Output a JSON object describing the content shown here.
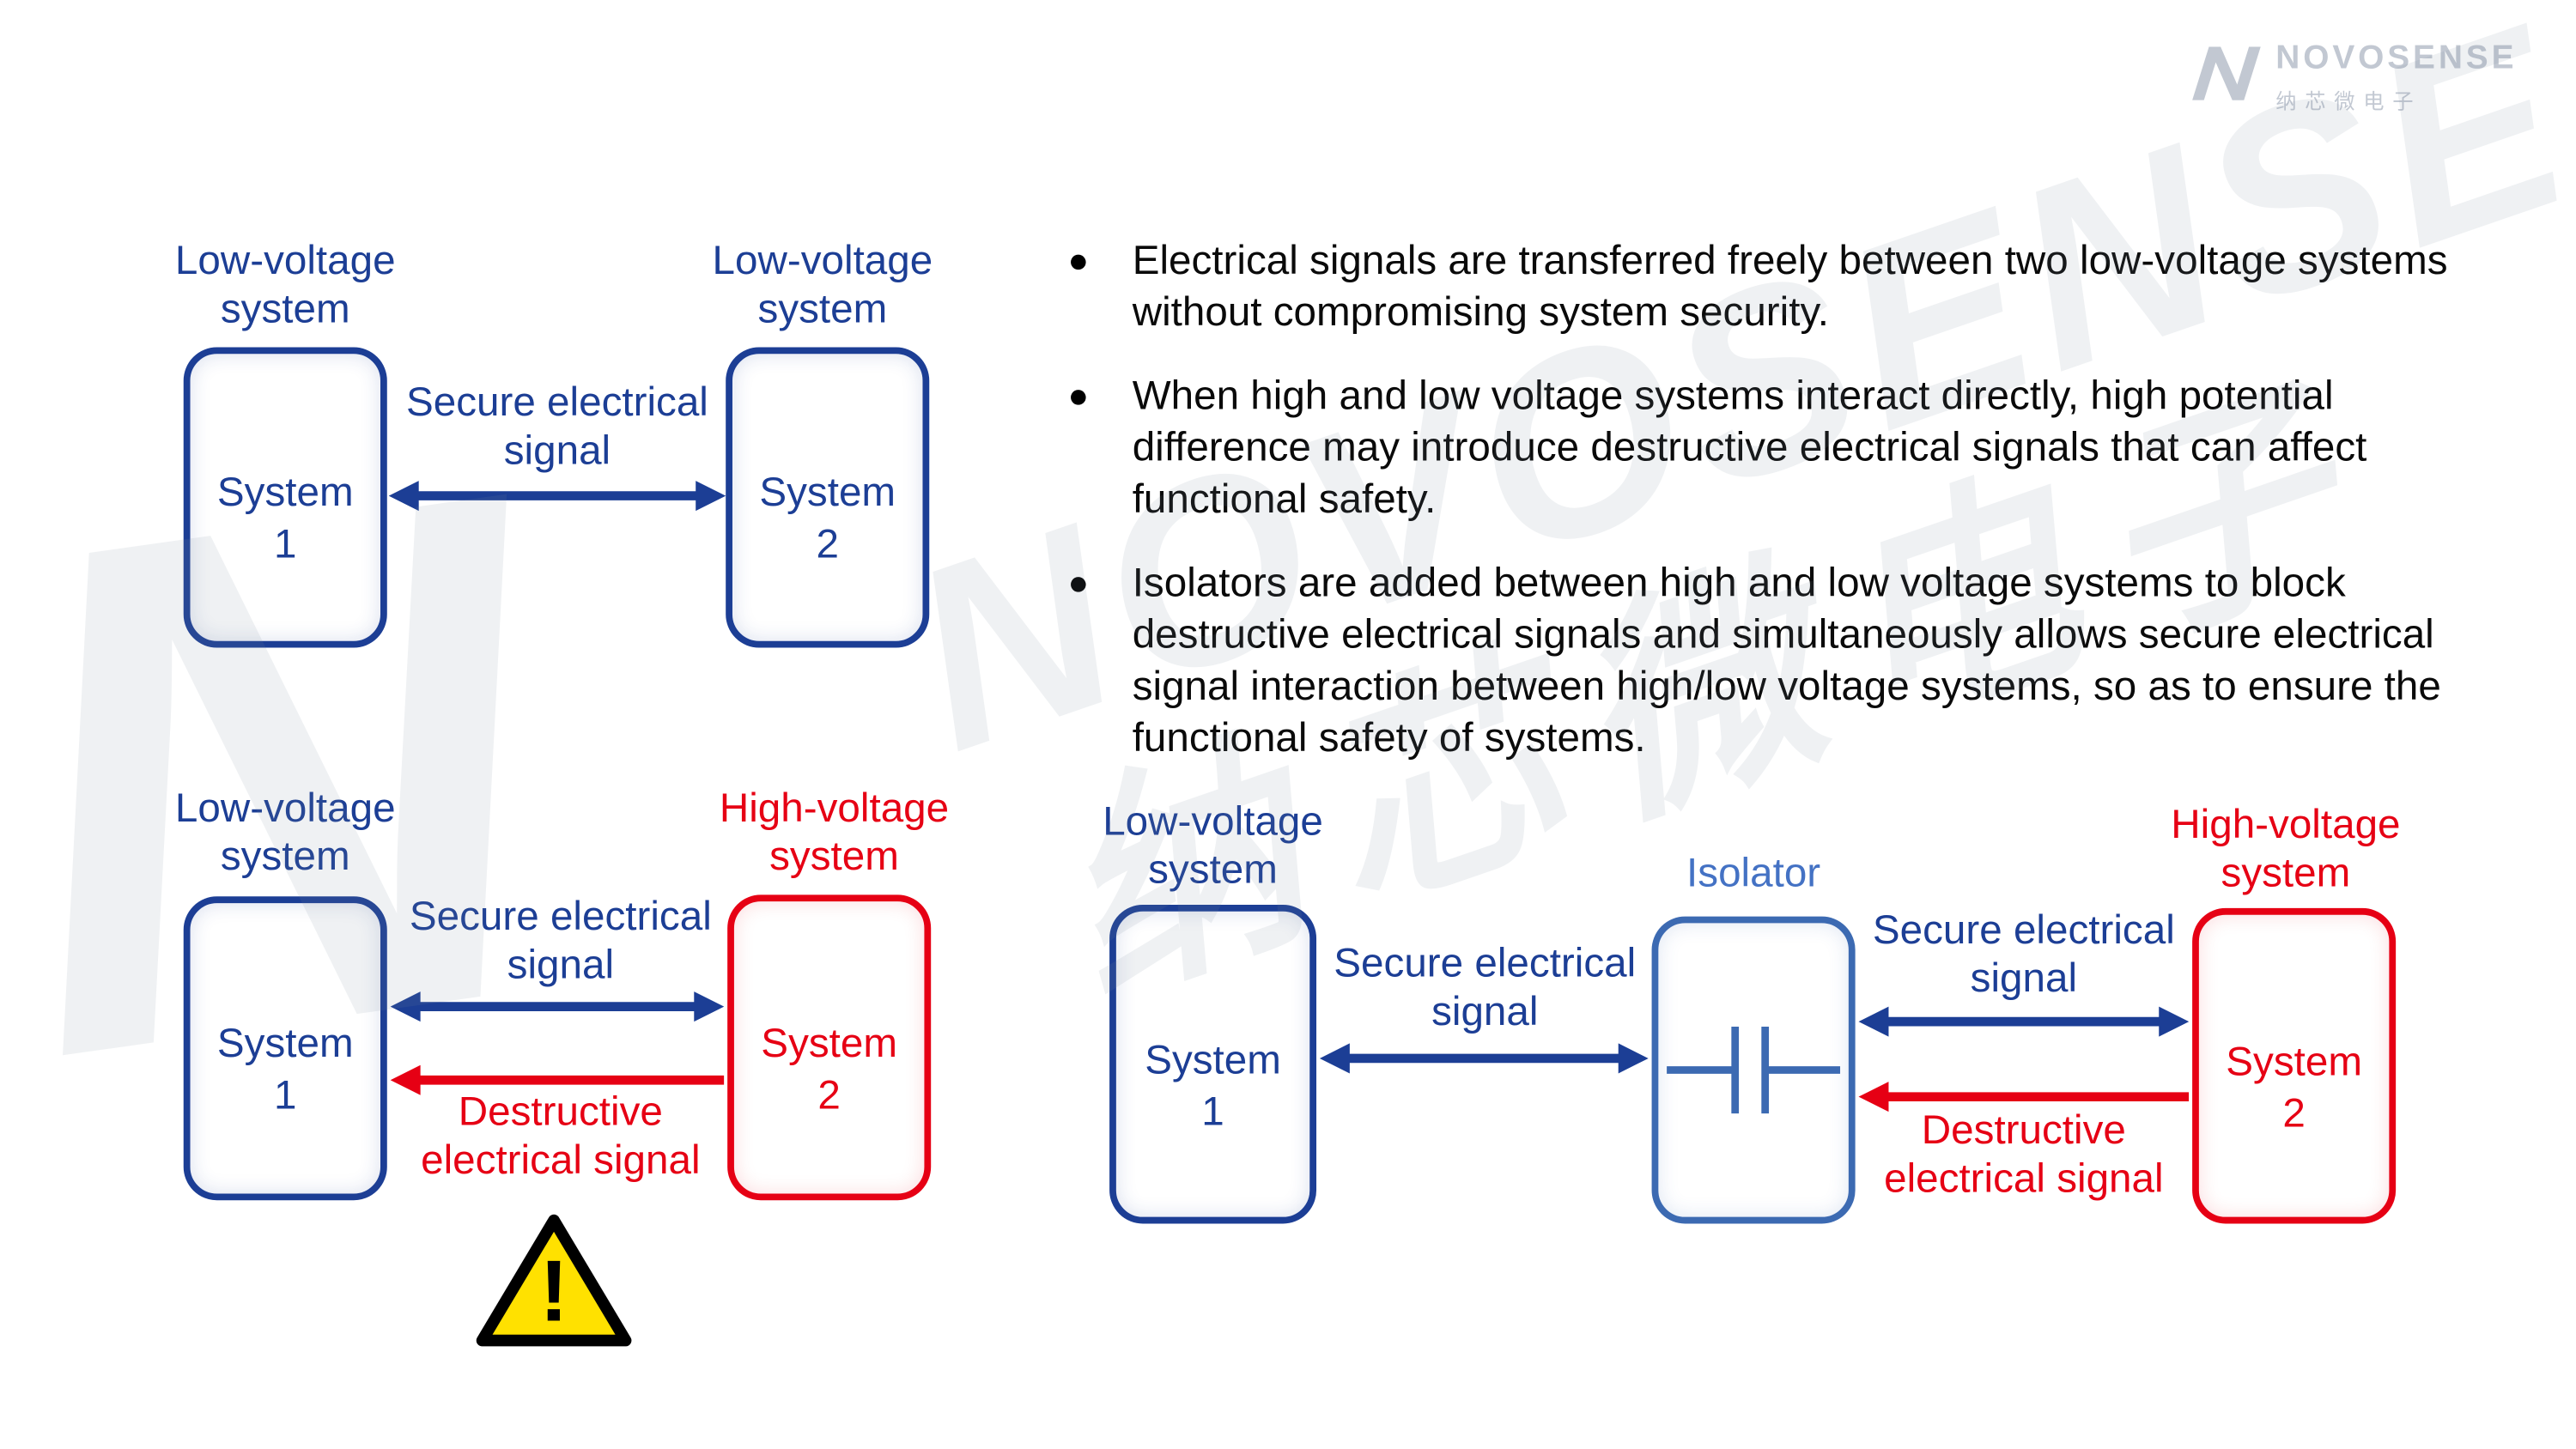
{
  "brand": {
    "name": "NOVOSENSE",
    "name_cn": "纳芯微电子"
  },
  "watermark": {
    "mark": "N",
    "line_en": "NOVOSENSE",
    "line_cn": "纳芯微电子"
  },
  "colors": {
    "navy": "#1c3e95",
    "red": "#e60014",
    "isolator_blue": "#4472c4",
    "warning_yellow": "#ffe100",
    "watermark_gray": "#e3e6eb"
  },
  "icons": {
    "warning": "exclamation-triangle",
    "warning_glyph": "!",
    "capacitor": "capacitor-symbol",
    "bullet": "●"
  },
  "bullets": [
    "Electrical signals are transferred freely between two low-voltage systems without compromising system security.",
    "When high and low voltage systems interact directly, high potential difference may introduce destructive electrical signals that can affect functional safety.",
    "Isolators are added between high and low voltage systems to block destructive electrical signals and simultaneously allows secure electrical signal interaction between high/low voltage systems, so as to ensure the functional safety of systems."
  ],
  "diagram_low_low": {
    "left_system_title": "Low-voltage\nsystem",
    "right_system_title": "Low-voltage\nsystem",
    "left_box_label": "System\n1",
    "right_box_label": "System\n2",
    "secure_signal_label": "Secure electrical\nsignal"
  },
  "diagram_low_high": {
    "left_system_title": "Low-voltage\nsystem",
    "right_system_title": "High-voltage\nsystem",
    "left_box_label": "System\n1",
    "right_box_label": "System\n2",
    "secure_signal_label": "Secure electrical\nsignal",
    "destructive_signal_label": "Destructive\nelectrical signal"
  },
  "diagram_isolator": {
    "left_system_title": "Low-voltage\nsystem",
    "isolator_title": "Isolator",
    "right_system_title": "High-voltage\nsystem",
    "left_box_label": "System\n1",
    "right_box_label": "System\n2",
    "secure_signal_label_left": "Secure electrical\nsignal",
    "secure_signal_label_right": "Secure electrical\nsignal",
    "destructive_signal_label": "Destructive\nelectrical signal"
  }
}
